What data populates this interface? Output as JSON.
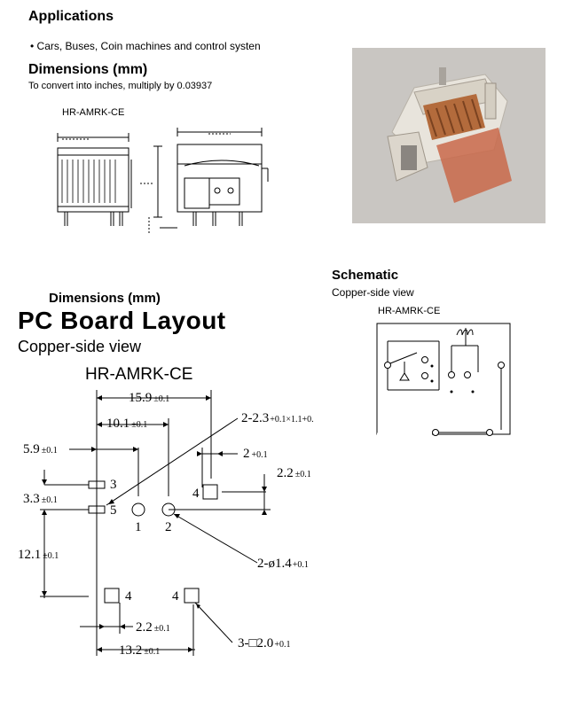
{
  "applications": {
    "heading": "Applications",
    "items": [
      "• Cars, Buses, Coin machines and control systen"
    ]
  },
  "dimensions": {
    "heading": "Dimensions (mm)",
    "convert_note": "To convert into inches, multiply by 0.03937",
    "model": "HR-AMRK-CE"
  },
  "photo": {
    "icon": "relay-photo"
  },
  "schematic": {
    "heading": "Schematic",
    "subtitle": "Copper-side view",
    "model": "HR-AMRK-CE"
  },
  "pcb": {
    "dimensions_heading": "Dimensions (mm)",
    "title": "PC Board Layout",
    "subtitle": "Copper-side view",
    "model": "HR-AMRK-CE",
    "dims": {
      "d159": "15.9",
      "d101": "10.1",
      "d59": "5.9",
      "d33": "3.3",
      "d121": "12.1",
      "d22a": "2.2",
      "d22b": "2.2",
      "d132": "13.2",
      "d2": "2",
      "tol": "±0.1",
      "tol_plus": "+0.1",
      "hole_slots": "2-2.3",
      "hole_slots_tol": "+0.1×1.1+0.",
      "hole_round": "2-ø1.4",
      "hole_square": "3-□2.0"
    },
    "pins": {
      "p1": "1",
      "p2": "2",
      "p3": "3",
      "p4a": "4",
      "p4b": "4",
      "p4c": "4",
      "p5": "5"
    }
  }
}
